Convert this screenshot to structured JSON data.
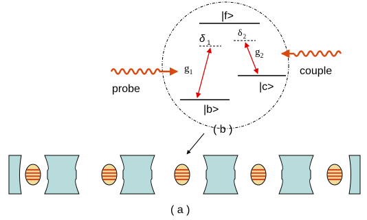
{
  "diagram": {
    "levels": {
      "f": "|f>",
      "b": "|b>",
      "c": "|c>"
    },
    "detunings": {
      "delta1": "δ",
      "delta1_sub": "1",
      "delta2": "δ",
      "delta2_sub": "2"
    },
    "couplings": {
      "g1": "g",
      "g1_sub": "1",
      "g2": "g",
      "g2_sub": "2"
    },
    "fields": {
      "probe": "probe",
      "couple": "couple"
    },
    "panel_labels": {
      "a": "( a )",
      "b": "( b )"
    },
    "array": {
      "cavity_count": 4,
      "atom_count": 5
    },
    "colors": {
      "photon_wave": "#d84a10",
      "transition_arrow": "#e00000",
      "cavity_fill": "#b8dcdc",
      "atom_fill": "#f2dc9c",
      "atom_stripe": "#d24a1e"
    }
  }
}
